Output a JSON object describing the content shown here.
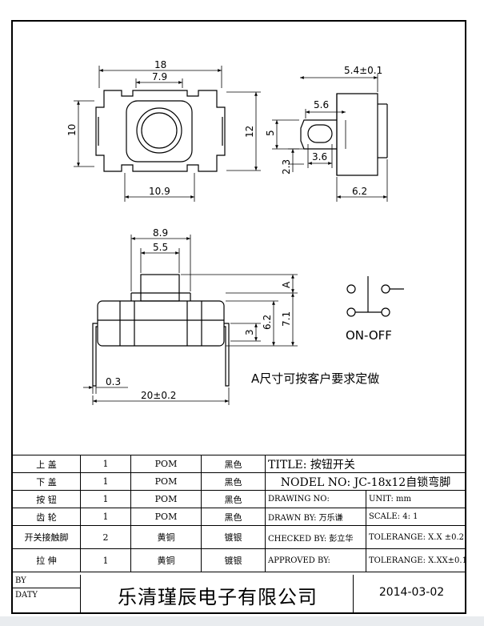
{
  "dims": {
    "top_width": "18",
    "top_inner": "7.9",
    "left_height": "10",
    "right_height": "12",
    "bottom_width": "10.9",
    "side_top": "5.4±0.1",
    "side_56": "5.6",
    "side_5": "5",
    "side_23": "2.3",
    "side_36": "3.6",
    "side_62": "6.2",
    "front_89": "8.9",
    "front_55": "5.5",
    "front_a": "A",
    "front_62": "6.2",
    "front_71": "7.1",
    "front_3": "3",
    "front_03": "0.3",
    "front_20": "20±0.2"
  },
  "notes": {
    "switch_label": "ON-OFF",
    "a_note": "A尺寸可按客户要求定做"
  },
  "bom": {
    "rows": [
      {
        "part": "上 盖",
        "qty": "1",
        "material": "POM",
        "finish": "黑色"
      },
      {
        "part": "下 盖",
        "qty": "1",
        "material": "POM",
        "finish": "黑色"
      },
      {
        "part": "按 钮",
        "qty": "1",
        "material": "POM",
        "finish": "黑色"
      },
      {
        "part": "齿 轮",
        "qty": "1",
        "material": "POM",
        "finish": "黑色"
      },
      {
        "part": "开关接触脚",
        "qty": "2",
        "material": "黄铜",
        "finish": "镀银"
      },
      {
        "part": "拉 伸",
        "qty": "1",
        "material": "黄铜",
        "finish": "镀银"
      }
    ],
    "title": "TITLE: 按钮开关",
    "model": "NODEL  NO:   JC-18x12自锁弯脚",
    "drawing_no": "DRAWING NO:",
    "unit": "UNIT:   mm",
    "drawn_by": "DRAWN BY: 万乐谦",
    "scale": "SCALE: 4: 1",
    "checked_by": "CHECKED BY: 彭立华",
    "tolerance1": "TOLERANGE: X.X ±0.2",
    "approved_by": "APPROVED BY:",
    "tolerance2": "TOLERANGE: X.XX±0.1"
  },
  "footer": {
    "by": "BY",
    "daty": "DATY",
    "company": "乐清瑾辰电子有限公司",
    "date": "2014-03-02"
  }
}
